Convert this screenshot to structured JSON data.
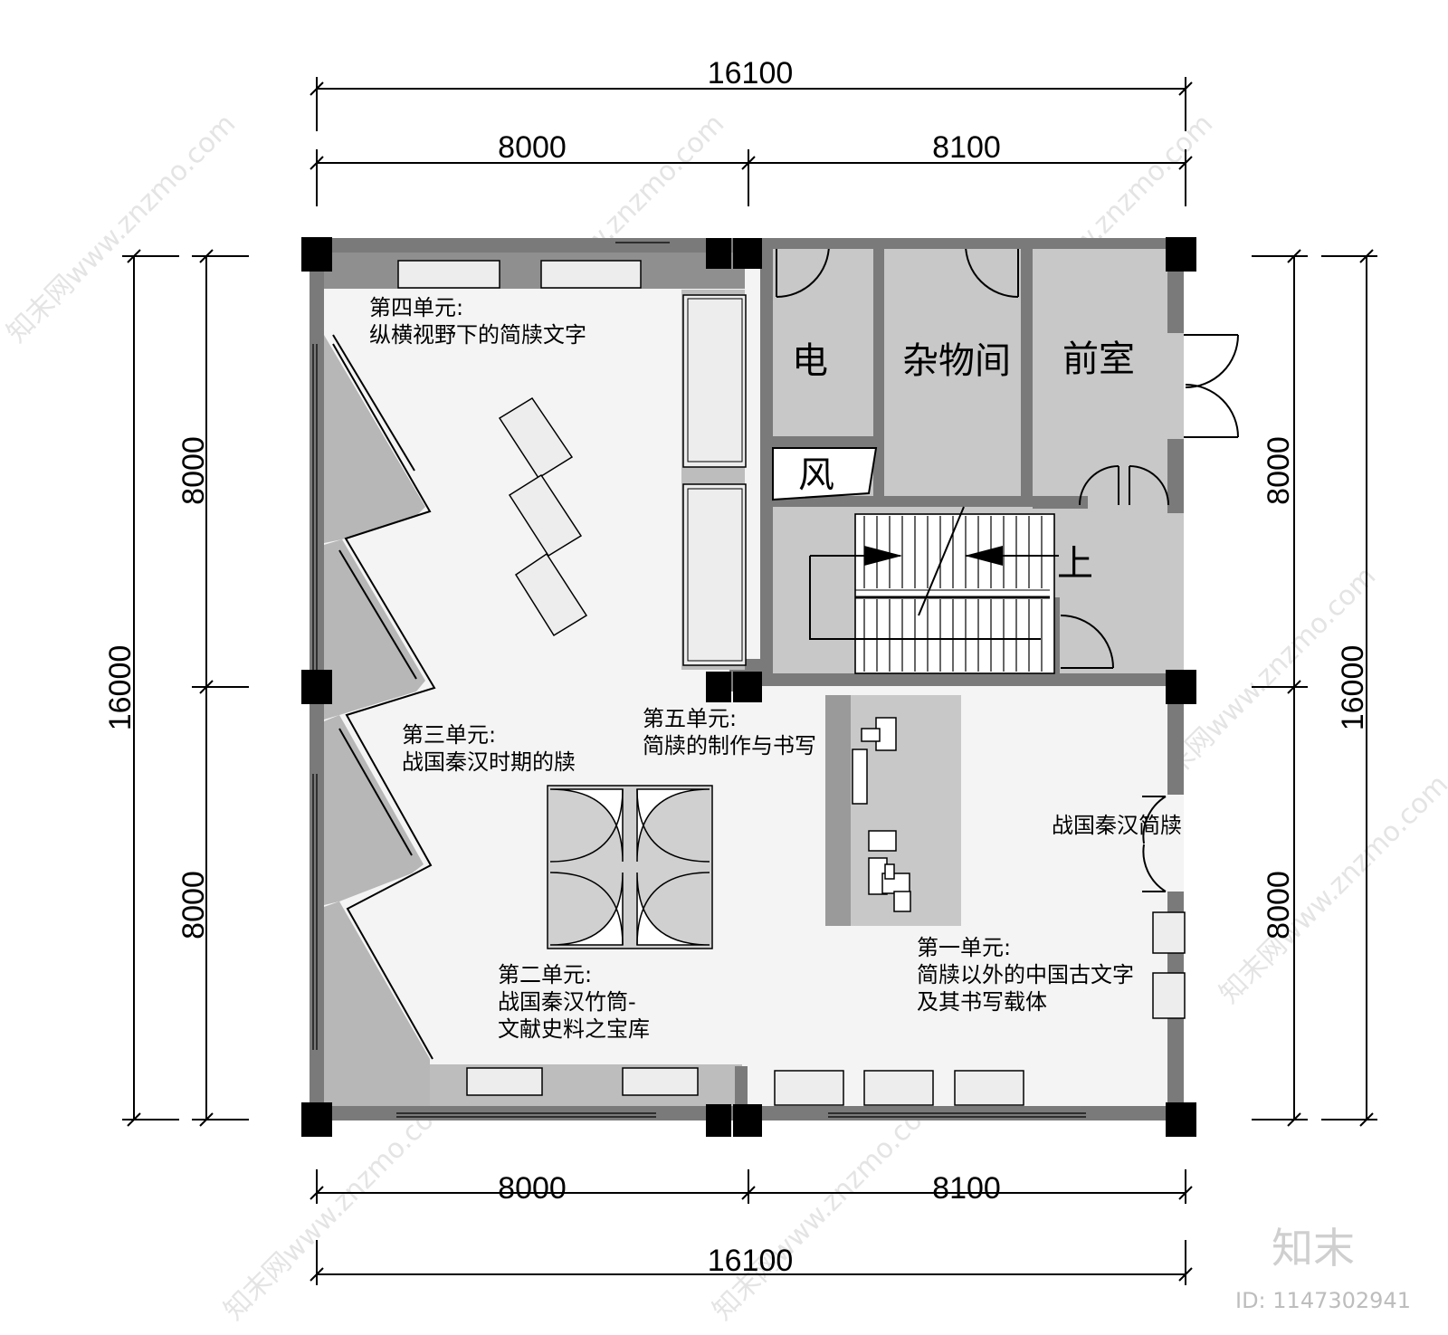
{
  "dimensions": {
    "top_total": "16100",
    "top_left": "8000",
    "top_right": "8100",
    "bottom_left": "8000",
    "bottom_right": "8100",
    "bottom_total": "16100",
    "left_upper": "8000",
    "left_lower": "8000",
    "left_total": "16000",
    "right_upper": "8000",
    "right_lower": "8000",
    "right_total": "16000"
  },
  "rooms": {
    "electric": "电",
    "storage": "杂物间",
    "anteroom": "前室",
    "wind": "风",
    "stair_up": "上"
  },
  "units": {
    "unit4_title": "第四单元:",
    "unit4_name": "纵横视野下的简牍文字",
    "unit3_title": "第三单元:",
    "unit3_name": "战国秦汉时期的牍",
    "unit5_title": "第五单元:",
    "unit5_name": "简牍的制作与书写",
    "entrance_label": "战国秦汉简牍",
    "unit2_title": "第二单元:",
    "unit2_line1": "战国秦汉竹筒-",
    "unit2_line2": "文献史料之宝库",
    "unit1_title": "第一单元:",
    "unit1_line1": "简牍以外的中国古文字",
    "unit1_line2": "及其书写载体"
  },
  "watermark": {
    "text": "知末网www.znzmo.com",
    "brand": "知末",
    "image_id": "ID: 1147302941"
  },
  "colors": {
    "wall": "#7a7a7a",
    "column": "#000000",
    "service_fill": "#c8c8c8",
    "exhibit_fill": "#f4f4f4",
    "cabinet": "#ededed",
    "dark_band": "#8f8f8f"
  }
}
